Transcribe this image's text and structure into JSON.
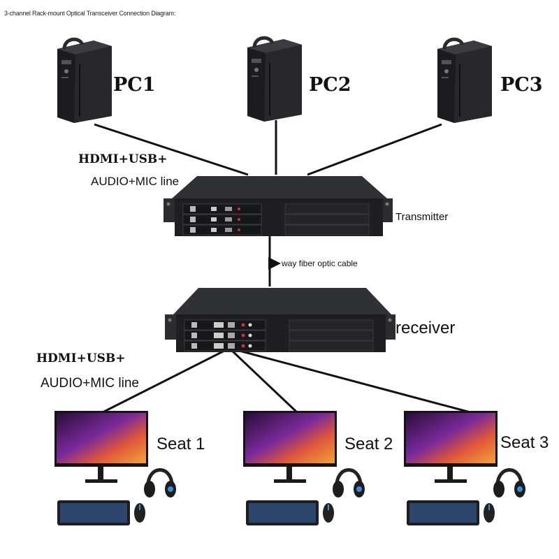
{
  "caption": "3-channel Rack-mount Optical Transceiver Connection Diagram:",
  "computers": [
    {
      "label": "PC1"
    },
    {
      "label": "PC2"
    },
    {
      "label": "PC3"
    }
  ],
  "cable_labels": {
    "upper_line1": "HDMI+USB+",
    "upper_line2": "AUDIO+MIC line",
    "fiber": "way fiber optic cable",
    "lower_line1": "HDMI+USB+",
    "lower_line2": "AUDIO+MIC line"
  },
  "devices": {
    "transmitter": "Transmitter",
    "receiver": "receiver"
  },
  "seats": [
    {
      "label": "Seat 1"
    },
    {
      "label": "Seat 2"
    },
    {
      "label": "Seat 3"
    }
  ],
  "colors": {
    "chassis": "#1d1f22",
    "chassis_top": "#2e3136",
    "wire": "#111111",
    "keyboard_glow": "#3a8bd8",
    "screen_warm": "#f08a2c",
    "screen_purple": "#7a2a9a"
  },
  "icons": [
    "pc-tower-icon",
    "rack-transceiver-icon",
    "monitor-icon",
    "headset-icon",
    "keyboard-icon",
    "mouse-icon"
  ]
}
